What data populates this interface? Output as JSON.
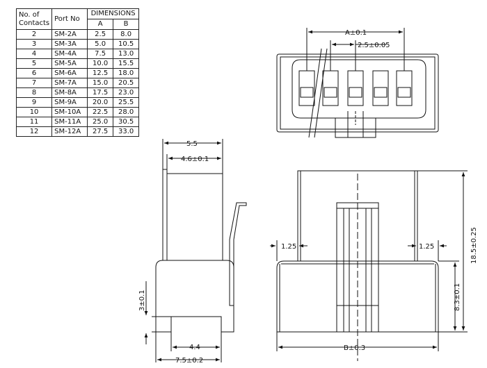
{
  "table": {
    "header": {
      "contacts": "No. of Contacts",
      "part_no": "Port No",
      "dimensions": "DIMENSIONS",
      "col_a": "A",
      "col_b": "B"
    },
    "rows": [
      {
        "contacts": "2",
        "part": "SM-2A",
        "a": "2.5",
        "b": "8.0"
      },
      {
        "contacts": "3",
        "part": "SM-3A",
        "a": "5.0",
        "b": "10.5"
      },
      {
        "contacts": "4",
        "part": "SM-4A",
        "a": "7.5",
        "b": "13.0"
      },
      {
        "contacts": "5",
        "part": "SM-5A",
        "a": "10.0",
        "b": "15.5"
      },
      {
        "contacts": "6",
        "part": "SM-6A",
        "a": "12.5",
        "b": "18.0"
      },
      {
        "contacts": "7",
        "part": "SM-7A",
        "a": "15.0",
        "b": "20.5"
      },
      {
        "contacts": "8",
        "part": "SM-8A",
        "a": "17.5",
        "b": "23.0"
      },
      {
        "contacts": "9",
        "part": "SM-9A",
        "a": "20.0",
        "b": "25.5"
      },
      {
        "contacts": "10",
        "part": "SM-10A",
        "a": "22.5",
        "b": "28.0"
      },
      {
        "contacts": "11",
        "part": "SM-11A",
        "a": "25.0",
        "b": "30.5"
      },
      {
        "contacts": "12",
        "part": "SM-12A",
        "a": "27.5",
        "b": "33.0"
      }
    ]
  },
  "dimensions": {
    "a_total": "A±0.1",
    "pitch": "2.5±0.05",
    "side_depth": "5.5",
    "side_inner": "4.6±0.1",
    "side_leg_height": "3±0.1",
    "side_gap": "4.4",
    "side_width": "7.5±0.2",
    "front_left_wall": "1.25",
    "front_right_wall": "1.25",
    "front_b": "B±0.3",
    "front_total_height": "18.5±0.25",
    "front_body_height": "8.3±0.1"
  }
}
